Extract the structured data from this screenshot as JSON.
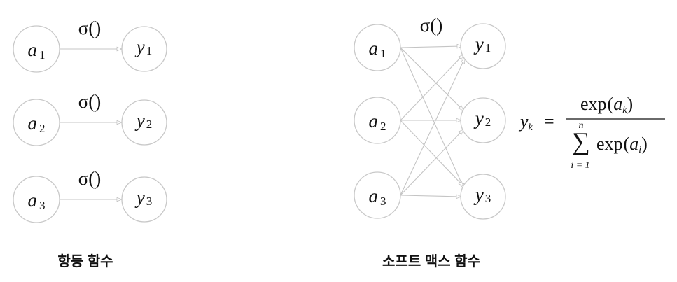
{
  "identity_diagram": {
    "caption": "항등 함수",
    "inputs": [
      {
        "var": "a",
        "sub": "1"
      },
      {
        "var": "a",
        "sub": "2"
      },
      {
        "var": "a",
        "sub": "3"
      }
    ],
    "outputs": [
      {
        "var": "y",
        "sub": "1"
      },
      {
        "var": "y",
        "sub": "2"
      },
      {
        "var": "y",
        "sub": "3"
      }
    ],
    "activation_label": "σ()"
  },
  "softmax_diagram": {
    "caption": "소프트 맥스 함수",
    "inputs": [
      {
        "var": "a",
        "sub": "1"
      },
      {
        "var": "a",
        "sub": "2"
      },
      {
        "var": "a",
        "sub": "3"
      }
    ],
    "outputs": [
      {
        "var": "y",
        "sub": "1"
      },
      {
        "var": "y",
        "sub": "2"
      },
      {
        "var": "y",
        "sub": "3"
      }
    ],
    "activation_label": "σ()",
    "connections": "fully-connected"
  },
  "formula": {
    "lhs_var": "y",
    "lhs_sub": "k",
    "equals": "=",
    "numerator_fn": "exp",
    "numerator_arg": "a",
    "numerator_sub": "k",
    "sum_symbol": "∑",
    "sum_upper": "n",
    "sum_lower": "i = 1",
    "denominator_fn": "exp",
    "denominator_arg": "a",
    "denominator_sub": "i"
  }
}
